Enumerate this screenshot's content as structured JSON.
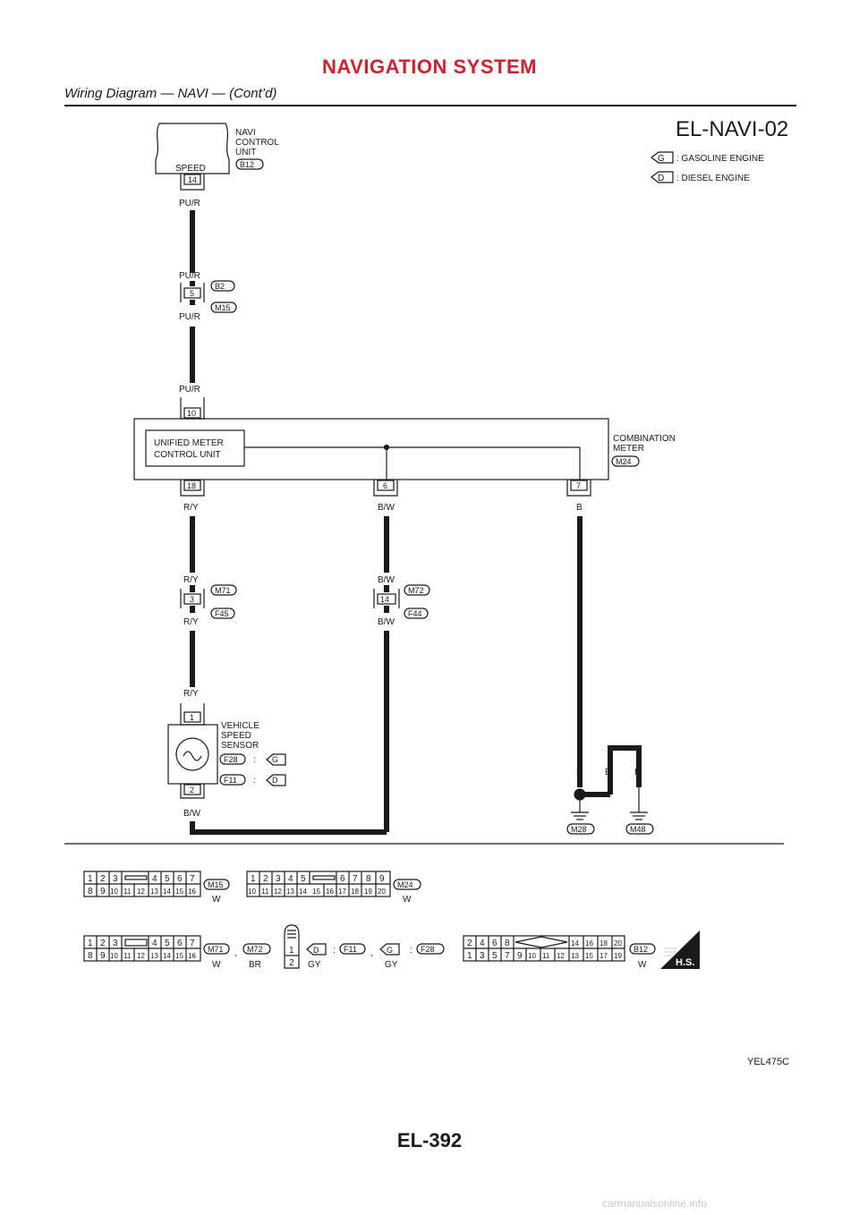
{
  "header": {
    "title": "NAVIGATION SYSTEM",
    "subtitle": "Wiring Diagram — NAVI — (Cont’d)"
  },
  "diagram": {
    "code": "EL-NAVI-02",
    "legend": [
      {
        "symbol": "G",
        "text": ": GASOLINE ENGINE"
      },
      {
        "symbol": "D",
        "text": ": DIESEL ENGINE"
      }
    ],
    "navi": {
      "name_lines": [
        "NAVI",
        "CONTROL",
        "UNIT"
      ],
      "connector": "B12",
      "terminal_label": "SPEED",
      "pin": "14"
    },
    "wire_pu_r": "PU/R",
    "joint_b2": {
      "pin": "5",
      "upper": "B2",
      "lower": "M15"
    },
    "meter": {
      "name_lines": [
        "COMBINATION",
        "METER"
      ],
      "connector": "M24",
      "inner_lines": [
        "UNIFIED METER",
        "CONTROL UNIT"
      ],
      "pins": {
        "top": "10",
        "left": "18",
        "mid": "6",
        "right": "7"
      }
    },
    "wire_r_y": "R/Y",
    "wire_b_w": "B/W",
    "wire_b": "B",
    "joint_m71": {
      "pin": "3",
      "upper": "M71",
      "lower": "F45"
    },
    "joint_m72": {
      "pin": "14",
      "upper": "M72",
      "lower": "F44"
    },
    "sensor": {
      "name_lines": [
        "VEHICLE",
        "SPEED",
        "SENSOR"
      ],
      "pin_top": "1",
      "pin_bottom": "2",
      "variants": [
        {
          "conn": "F28",
          "sep": ":",
          "sym": "G"
        },
        {
          "conn": "F11",
          "sep": ":",
          "sym": "D"
        }
      ]
    },
    "grounds": [
      {
        "label": "M28"
      },
      {
        "label": "M48"
      }
    ],
    "connectors_row1": {
      "m15": {
        "top": [
          "1",
          "2",
          "3",
          "4",
          "5",
          "6",
          "7"
        ],
        "bottom": [
          "8",
          "9",
          "10",
          "11",
          "12",
          "13",
          "14",
          "15",
          "16"
        ],
        "label": "M15",
        "color": "W"
      },
      "m24": {
        "top": [
          "1",
          "2",
          "3",
          "4",
          "5",
          "6",
          "7",
          "8",
          "9"
        ],
        "bottom": [
          "10",
          "11",
          "12",
          "13",
          "14",
          "15",
          "16",
          "17",
          "18",
          "19",
          "20"
        ],
        "label": "M24",
        "color": "W"
      }
    },
    "connectors_row2": {
      "m71": {
        "top": [
          "1",
          "2",
          "3",
          "4",
          "5",
          "6",
          "7"
        ],
        "bottom": [
          "8",
          "9",
          "10",
          "11",
          "12",
          "13",
          "14",
          "15",
          "16"
        ],
        "label": "M71",
        "color": "W",
        "sep": ","
      },
      "m72": {
        "label": "M72",
        "color": "BR"
      },
      "f11": {
        "pins": [
          "1",
          "2"
        ],
        "sym": "D",
        "sep": ":",
        "conn": "F11",
        "color": "GY",
        "comma": ","
      },
      "f28": {
        "sym": "G",
        "sep": ":",
        "conn": "F28",
        "color": "GY"
      },
      "b12": {
        "top": [
          "2",
          "4",
          "6",
          "8",
          "14",
          "16",
          "18",
          "20"
        ],
        "bottom": [
          "1",
          "3",
          "5",
          "7",
          "9",
          "10",
          "11",
          "12",
          "13",
          "15",
          "17",
          "19"
        ],
        "label": "B12",
        "color": "W"
      },
      "hs_badge": "H.S."
    }
  },
  "footer": {
    "code": "YEL475C",
    "page": "EL-392",
    "watermark": "carmanualsonline.info"
  }
}
